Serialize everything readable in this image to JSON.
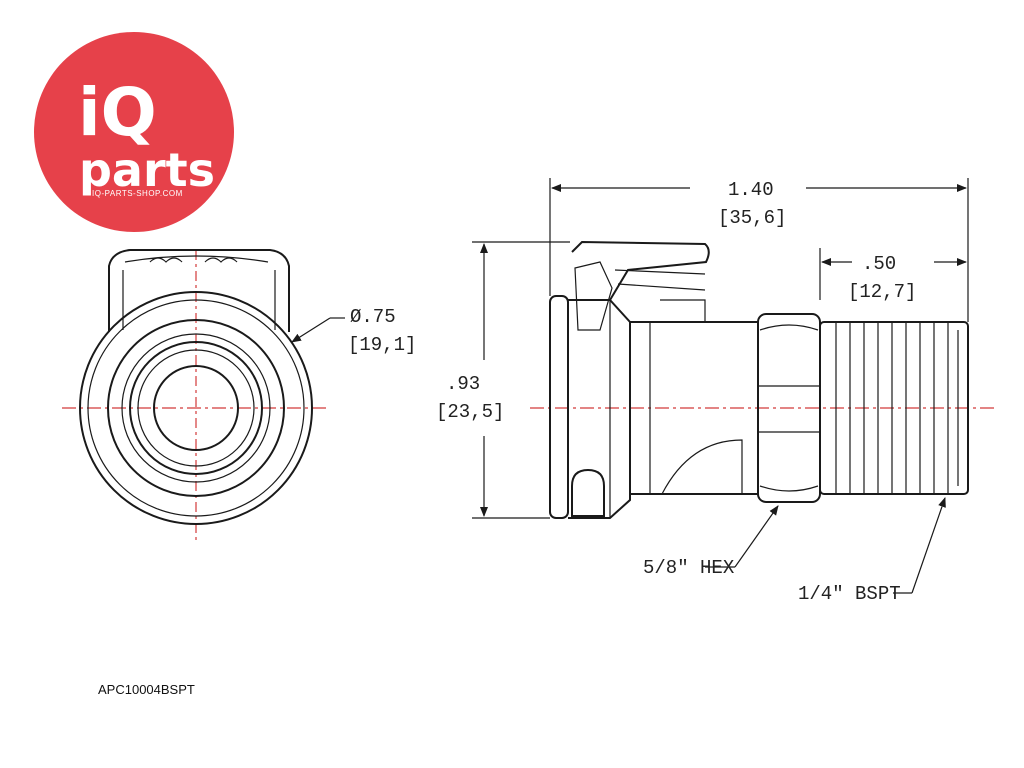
{
  "brand": {
    "logo_line1": "iQ",
    "logo_line2": "parts",
    "logo_url_text": "IQ-PARTS-SHOP.COM",
    "color": "#e6414a"
  },
  "part_code": "APC10004BSPT",
  "dimensions": {
    "diameter": {
      "inch": "Ø.75",
      "mm": "[19,1]"
    },
    "overall_length": {
      "inch": "1.40",
      "mm": "[35,6]"
    },
    "thread_length": {
      "inch": ".50",
      "mm": "[12,7]"
    },
    "height": {
      "inch": ".93",
      "mm": "[23,5]"
    }
  },
  "callouts": {
    "hex": "5/8\" HEX",
    "thread": "1/4\" BSPT"
  }
}
